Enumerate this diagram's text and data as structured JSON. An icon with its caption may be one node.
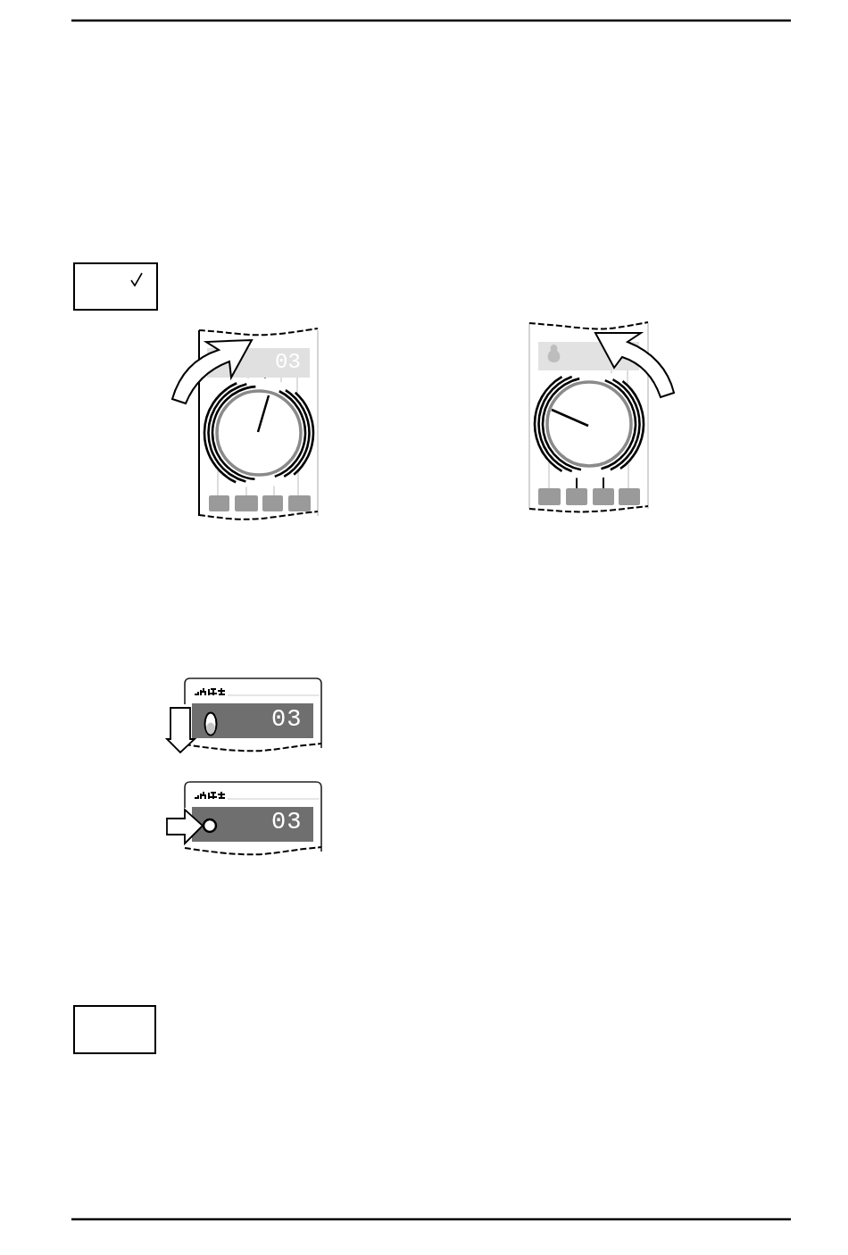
{
  "diagram": {
    "nodes": [
      {
        "text": [],
        "shape": "box"
      },
      {
        "text": [
          "03"
        ]
      },
      {
        "text": [],
        "shape": "box"
      },
      {
        "text": [
          "03"
        ]
      },
      {
        "text": [
          "03"
        ]
      },
      {
        "text": [],
        "shape": "box"
      }
    ]
  }
}
